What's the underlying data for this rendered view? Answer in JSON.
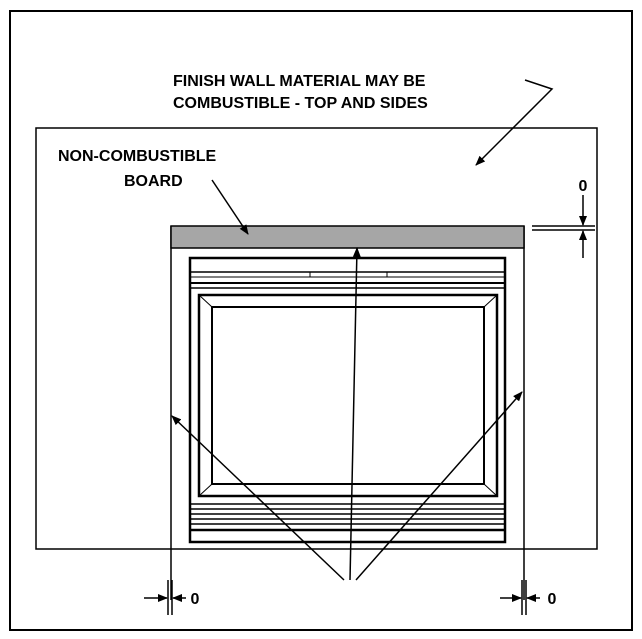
{
  "labels": {
    "finish_wall_line1": "FINISH WALL MATERIAL MAY BE",
    "finish_wall_line2": "COMBUSTIBLE  - TOP AND SIDES",
    "board_line1": "NON-COMBUSTIBLE",
    "board_line2": "BOARD",
    "top_clearance": "0",
    "left_clearance": "0",
    "right_clearance": "0"
  },
  "colors": {
    "board_fill": "#a6a6a6",
    "stroke": "#000000",
    "background": "#ffffff"
  }
}
